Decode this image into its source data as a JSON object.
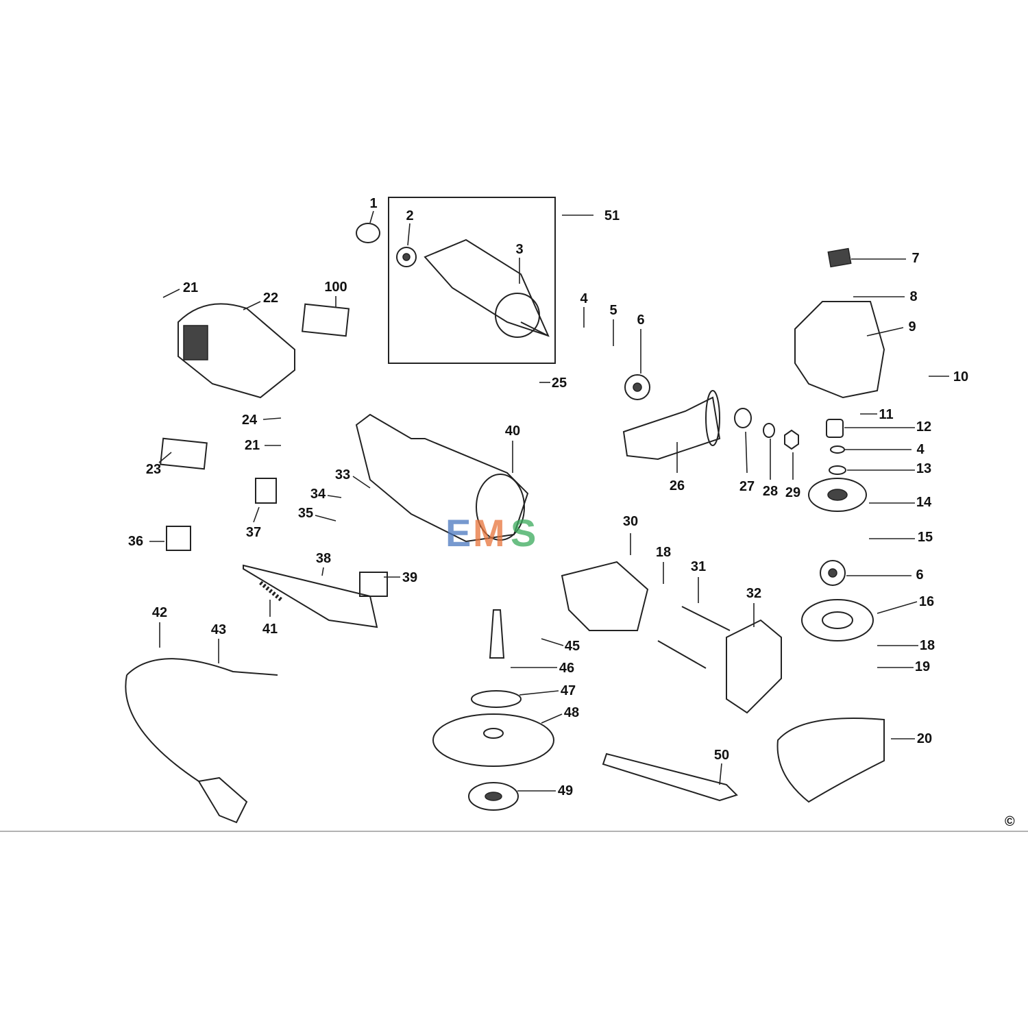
{
  "diagram": {
    "type": "exploded-parts-view",
    "part_labels": [
      "1",
      "2",
      "3",
      "51",
      "21",
      "22",
      "100",
      "4",
      "5",
      "6",
      "7",
      "8",
      "9",
      "10",
      "25",
      "11",
      "12",
      "4",
      "13",
      "14",
      "15",
      "24",
      "21",
      "23",
      "40",
      "26",
      "27",
      "28",
      "29",
      "33",
      "34",
      "35",
      "37",
      "36",
      "30",
      "18",
      "31",
      "6",
      "16",
      "32",
      "38",
      "39",
      "41",
      "42",
      "43",
      "45",
      "46",
      "18",
      "19",
      "47",
      "48",
      "20",
      "50",
      "49"
    ],
    "copyright_mark": "©",
    "watermark": {
      "text": "EMS",
      "colors": [
        "#4a78c0",
        "#e8743a",
        "#3aaa5c"
      ]
    }
  }
}
